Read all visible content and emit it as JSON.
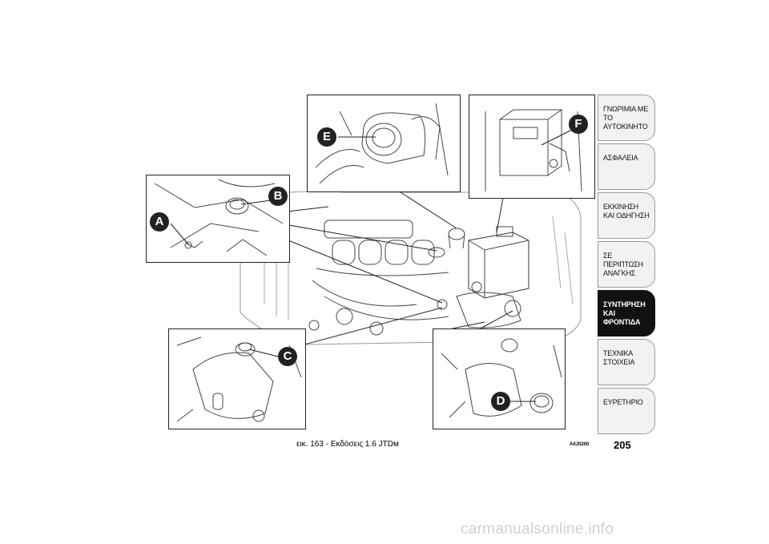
{
  "figure": {
    "caption": "εικ. 163 - Εκδόσεις 1.6 JTDᴍ",
    "code": "A0J0200",
    "callouts": [
      "A",
      "B",
      "C",
      "D",
      "E",
      "F"
    ]
  },
  "page_number": "205",
  "sidebar": {
    "tabs": [
      {
        "label": "ΓΝΩΡΙΜΙΑ ΜΕ ΤΟ ΑΥΤΟΚΙΝΗΤΟ",
        "active": false
      },
      {
        "label": "ΑΣΦΑΛΕΙΑ",
        "active": false
      },
      {
        "label": "ΕΚΚΙΝΗΣΗ ΚΑΙ ΟΔΗΓΗΣΗ",
        "active": false
      },
      {
        "label": "ΣΕ ΠΕΡΙΠΤΩΣΗ ΑΝΑΓΚΗΣ",
        "active": false
      },
      {
        "label": "ΣΥΝΤΗΡΗΣΗ ΚΑΙ ΦΡΟΝΤΙΔΑ",
        "active": true
      },
      {
        "label": "ΤΕΧΝΙΚΑ ΣΤΟΙΧΕΙΑ",
        "active": false
      },
      {
        "label": "ΕΥΡΕΤΗΡΙΟ",
        "active": false
      }
    ]
  },
  "watermark": "carmanualsonline.info",
  "colors": {
    "ink": "#222222",
    "tab_active": "#111111",
    "tab_bg": "#f2f2f2",
    "watermark": "#cfcfcf"
  }
}
